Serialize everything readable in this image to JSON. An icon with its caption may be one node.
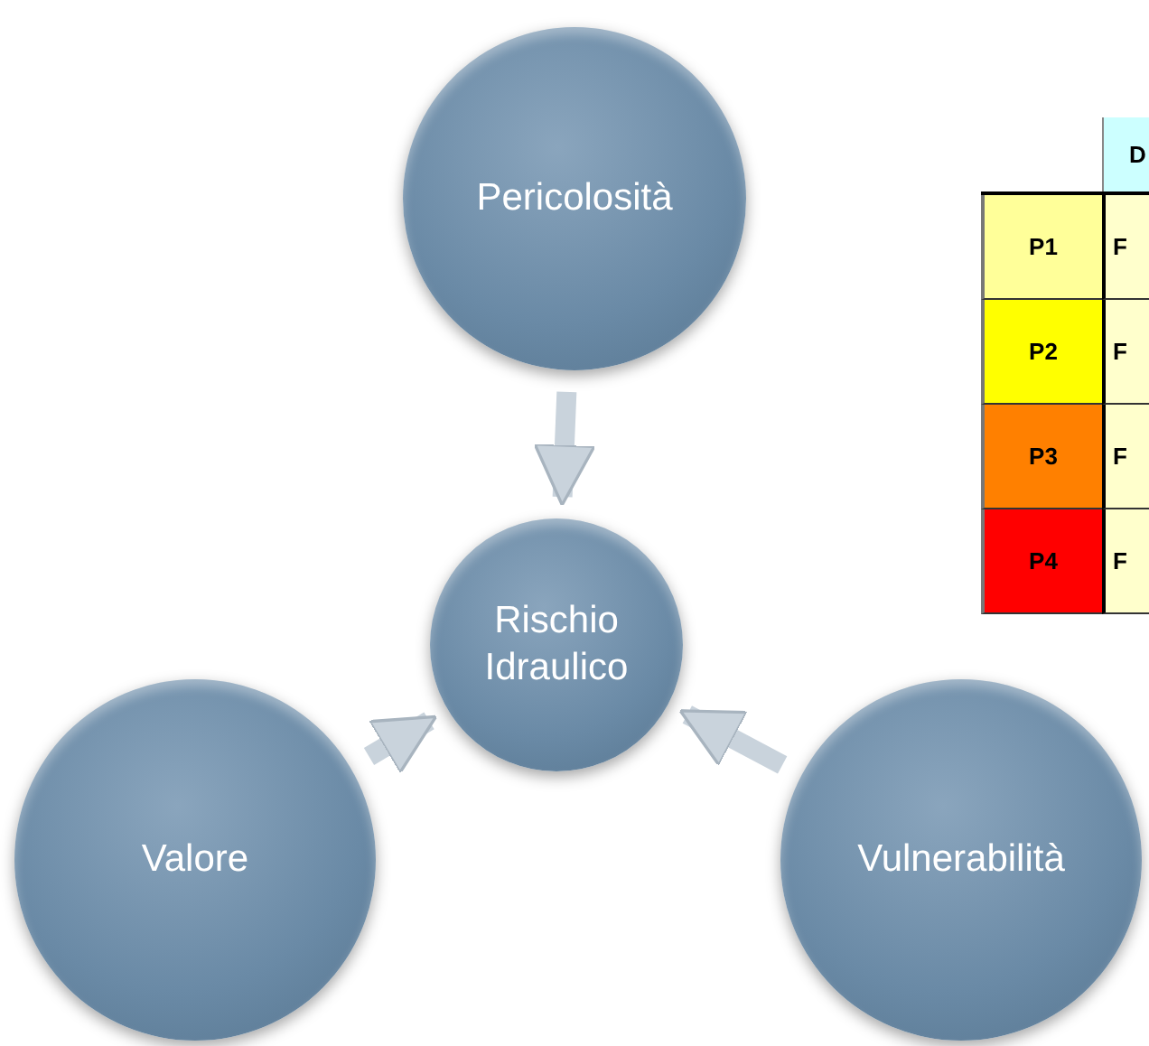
{
  "diagram": {
    "nodes": [
      {
        "text": [
          "Pericolosità"
        ]
      },
      {
        "text": [
          "Rischio Idraulico"
        ]
      },
      {
        "text": [
          "Valore"
        ]
      },
      {
        "text": [
          "Vulnerabilità"
        ]
      }
    ],
    "edges": [
      {
        "from": 0,
        "to": 1,
        "arrow": "to"
      },
      {
        "from": 2,
        "to": 1,
        "arrow": "to"
      },
      {
        "from": 3,
        "to": 1,
        "arrow": "to"
      }
    ],
    "labels": [
      "D",
      "P1",
      "F",
      "P2",
      "F",
      "P3",
      "F",
      "P4",
      "F"
    ]
  }
}
